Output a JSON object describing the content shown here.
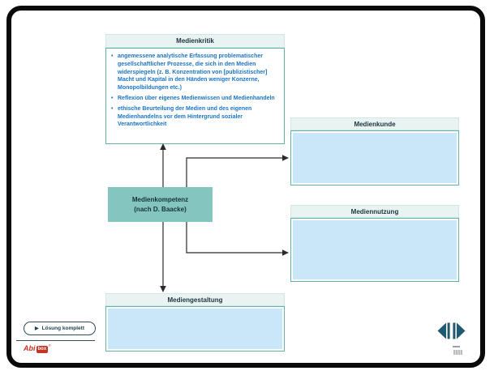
{
  "slide": {
    "boxes": {
      "medienkritik": {
        "title": "Medienkritik",
        "bullet_char": "•",
        "bullets": [
          "angemessene analytische Erfassung problematischer gesellschaftlicher Prozesse, die sich in den Medien widerspiegeln (z. B. Konzentration von [publizistischer] Macht und Kapital in den Händen weniger Konzerne, Monopolbildungen etc.)",
          "Reflexion über eigenes Medienwissen und Medienhandeln",
          "ethische Beurteilung der Medien und des eigenen Medienhandelns vor dem Hintergrund sozialer Verantwortlichkeit"
        ]
      },
      "medienkunde": {
        "title": "Medienkunde"
      },
      "mediennutzung": {
        "title": "Mediennutzung"
      },
      "mediengestaltung": {
        "title": "Mediengestaltung"
      },
      "center": {
        "line1": "Medienkompetenz",
        "line2": "(nach D. Baacke)"
      }
    },
    "footer": {
      "solution_button_label": "Lösung komplett",
      "play_icon": "▶",
      "logo_prefix": "Abi",
      "logo_boxed": "box",
      "logo_registered": "®"
    },
    "colors": {
      "accent_teal": "#84c6bf",
      "panel_border": "#5fb2aa",
      "header_bg": "#e9f3f1",
      "answer_fill": "#c9e7f8",
      "bullet_text": "#1b74c5",
      "connector": "#2a2a2a",
      "nav_arrow": "#1e5a70",
      "logo_red": "#c53326",
      "frame_black": "#0a0a0a"
    }
  }
}
